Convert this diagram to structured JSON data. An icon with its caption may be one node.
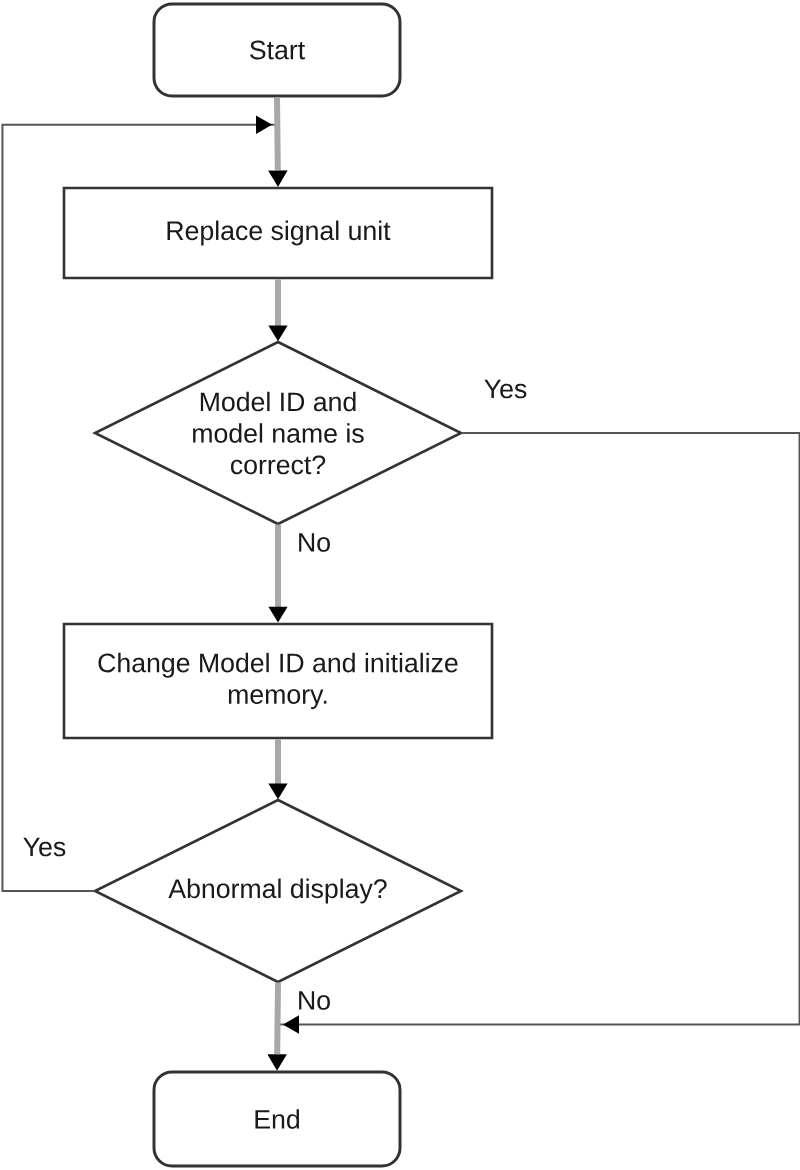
{
  "diagram": {
    "nodes": [
      {
        "text": [
          "Start"
        ]
      },
      {
        "text": [
          "Replace signal unit"
        ]
      },
      {
        "text": [
          "Model ID and model name is correct?"
        ]
      },
      {
        "text": [
          "Change Model ID and initialize memory."
        ]
      },
      {
        "text": [
          "Abnormal display?"
        ]
      },
      {
        "text": [
          "End"
        ]
      }
    ],
    "edges": [
      {
        "from": 0,
        "to": 1,
        "arrow": "to"
      },
      {
        "from": 1,
        "to": 2,
        "arrow": "to"
      },
      {
        "from": 2,
        "to": 3,
        "arrow": "to",
        "label": "No"
      },
      {
        "from": 2,
        "to": 5,
        "arrow": "to",
        "label": "Yes",
        "color": "#555555"
      },
      {
        "from": 3,
        "to": 4,
        "arrow": "to"
      },
      {
        "from": 4,
        "to": 5,
        "arrow": "to",
        "label": "No"
      },
      {
        "from": 4,
        "to": 1,
        "arrow": "to",
        "label": "Yes",
        "color": "#555555"
      }
    ]
  }
}
